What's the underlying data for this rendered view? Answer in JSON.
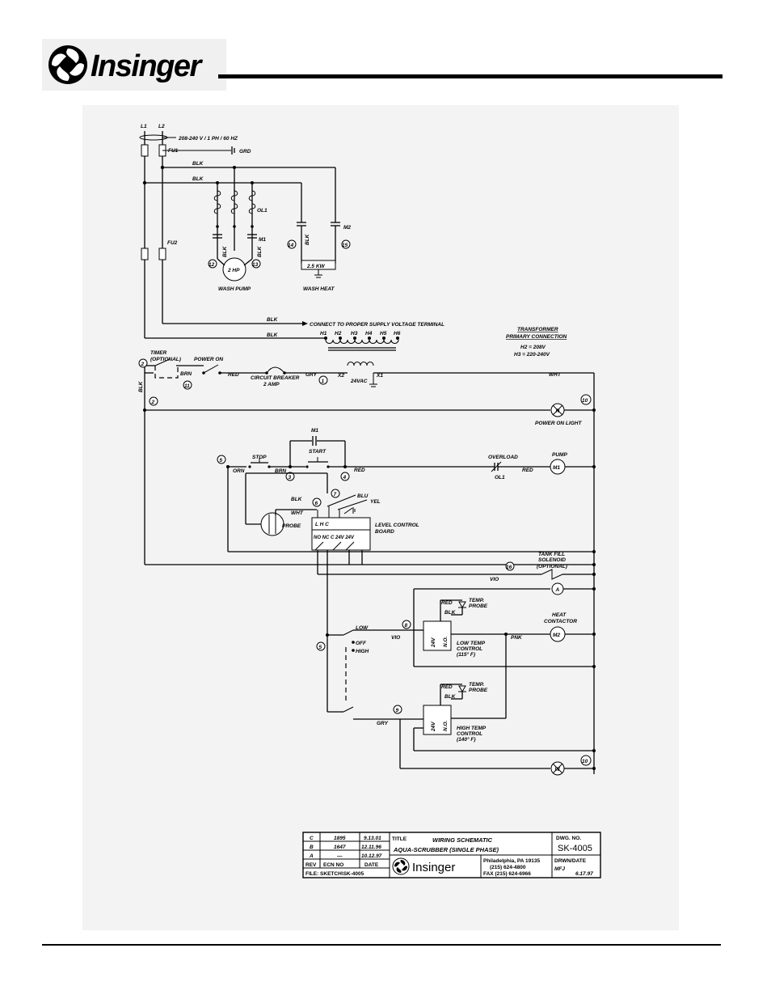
{
  "header": {
    "brand": "Insinger"
  },
  "schematic": {
    "supply": {
      "l1": "L1",
      "l2": "L2",
      "voltage": "208-240 V / 1 PH / 60 HZ",
      "fu1": "FU1",
      "fu2": "FU2",
      "grd": "GRD"
    },
    "wires": {
      "blk": "BLK",
      "brn": "BRN",
      "red": "RED",
      "gry": "GRY",
      "wht": "WHT",
      "orn": "ORN",
      "blu": "BLU",
      "yel": "YEL",
      "vio": "VIO",
      "pnk": "PNK"
    },
    "pump": {
      "ol1": "OL1",
      "m1": "M1",
      "hp": "2 HP",
      "label": "WASH PUMP"
    },
    "heat": {
      "m2": "M2",
      "kw": "2.5 KW",
      "label": "WASH HEAT"
    },
    "supply_note": "CONNECT TO PROPER SUPPLY VOLTAGE TERMINAL",
    "transformer": {
      "taps": [
        "H1",
        "H2",
        "H3",
        "H4",
        "H5",
        "H6"
      ],
      "x2": "X2",
      "x1": "X1",
      "vac": "24VAC",
      "title1": "TRANSFORMER",
      "title2": "PRIMARY CONNECTION",
      "h2": "H2 = 208V",
      "h3": "H3 = 220-240V"
    },
    "control": {
      "timer1": "TIMER",
      "timer2": "(OPTIONAL)",
      "power_on": "POWER ON",
      "cb1": "CIRCUIT BREAKER",
      "cb2": "2 AMP",
      "power_light": "POWER ON LIGHT",
      "r": "R",
      "stop": "STOP",
      "start": "START",
      "m1": "M1",
      "overload": "OVERLOAD",
      "ol1": "OL1",
      "pump": "PUMP",
      "probe": "PROBE",
      "lcb_terminals": "L   H   C",
      "lcb1": "LEVEL CONTROL",
      "lcb2": "BOARD",
      "lcb_bottom": "NO NC  C  24V 24V",
      "tank1": "TANK FILL",
      "tank2": "SOLENOID",
      "tank3": "(OPTIONAL)",
      "a": "A",
      "low": "LOW",
      "off": "OFF",
      "high": "HIGH",
      "temp": "TEMP.",
      "probe2": "PROBE",
      "heat1": "HEAT",
      "heat2": "CONTACTOR",
      "m2": "M2",
      "ltc1": "LOW TEMP",
      "ltc2": "CONTROL",
      "ltc3": "(115° F)",
      "htc1": "HIGH TEMP",
      "htc2": "CONTROL",
      "htc3": "(140° F)",
      "v24": "24V",
      "no": "N.O.",
      "w": "W"
    },
    "nodes": [
      "1",
      "2",
      "3",
      "4",
      "5",
      "6",
      "7",
      "8",
      "9",
      "10",
      "11",
      "12",
      "13",
      "14",
      "15",
      "16"
    ]
  },
  "title_block": {
    "revisions": [
      {
        "rev": "C",
        "ecn": "1895",
        "date": "9.13.01"
      },
      {
        "rev": "B",
        "ecn": "1647",
        "date": "12.11.96"
      },
      {
        "rev": "A",
        "ecn": "—",
        "date": "10.12.97"
      }
    ],
    "rev_hdr": "REV",
    "ecn_hdr": "ECN NO",
    "date_hdr": "DATE",
    "file": "FILE: SKETCH\\SK-4005",
    "title_hdr": "TITLE",
    "title1": "WIRING SCHEMATIC",
    "title2": "AQUA-SCRUBBER (SINGLE PHASE)",
    "dwg_hdr": "DWG. NO.",
    "dwg_no": "SK-4005",
    "company": "Insinger",
    "address1": "Philadelphia, PA 19135",
    "address2": "(215) 624-4800",
    "address3": "FAX (215) 624-6966",
    "drwn_hdr": "DRWN/DATE",
    "drwn_by": "MFJ",
    "drwn_date": "6.17.97"
  }
}
